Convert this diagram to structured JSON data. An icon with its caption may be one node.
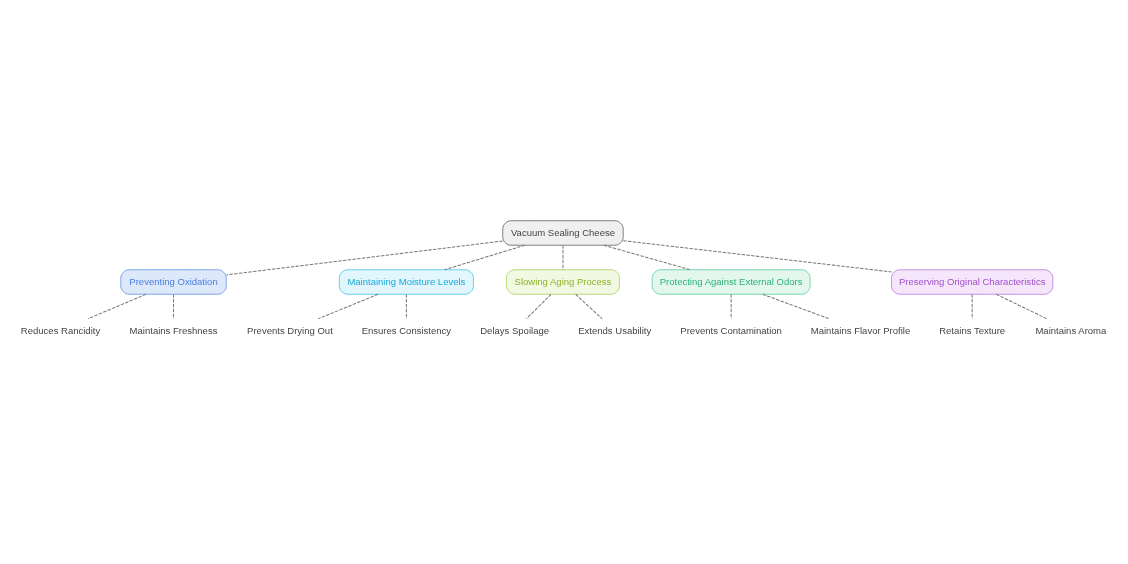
{
  "diagram": {
    "nodes": [
      {
        "text": [
          "Vacuum Sealing Cheese"
        ]
      },
      {
        "text": [
          "Preventing Oxidation"
        ]
      },
      {
        "text": [
          "Reduces Rancidity"
        ]
      },
      {
        "text": [
          "Maintains Freshness"
        ]
      },
      {
        "text": [
          "Maintaining Moisture Levels"
        ]
      },
      {
        "text": [
          "Prevents Drying Out"
        ]
      },
      {
        "text": [
          "Ensures Consistency"
        ]
      },
      {
        "text": [
          "Slowing Aging Process"
        ]
      },
      {
        "text": [
          "Delays Spoilage"
        ]
      },
      {
        "text": [
          "Extends Usability"
        ]
      },
      {
        "text": [
          "Protecting Against External Odors"
        ]
      },
      {
        "text": [
          "Prevents Contamination"
        ]
      },
      {
        "text": [
          "Maintains Flavor Profile"
        ]
      },
      {
        "text": [
          "Preserving Original Characteristics"
        ]
      },
      {
        "text": [
          "Retains Texture"
        ]
      },
      {
        "text": [
          "Maintains Aroma"
        ]
      }
    ],
    "edges": [
      {
        "from": 0,
        "to": 1,
        "arrow": "none",
        "style": "dashed"
      },
      {
        "from": 0,
        "to": 4,
        "arrow": "none",
        "style": "dashed"
      },
      {
        "from": 0,
        "to": 7,
        "arrow": "none",
        "style": "dashed"
      },
      {
        "from": 0,
        "to": 10,
        "arrow": "none",
        "style": "dashed"
      },
      {
        "from": 0,
        "to": 13,
        "arrow": "none",
        "style": "dashed"
      },
      {
        "from": 1,
        "to": 2,
        "arrow": "none",
        "style": "dashed"
      },
      {
        "from": 1,
        "to": 3,
        "arrow": "none",
        "style": "dashed"
      },
      {
        "from": 4,
        "to": 5,
        "arrow": "none",
        "style": "dashed"
      },
      {
        "from": 4,
        "to": 6,
        "arrow": "none",
        "style": "dashed"
      },
      {
        "from": 7,
        "to": 8,
        "arrow": "none",
        "style": "dashed"
      },
      {
        "from": 7,
        "to": 9,
        "arrow": "none",
        "style": "dashed"
      },
      {
        "from": 10,
        "to": 11,
        "arrow": "none",
        "style": "dashed"
      },
      {
        "from": 10,
        "to": 12,
        "arrow": "none",
        "style": "dashed"
      },
      {
        "from": 13,
        "to": 14,
        "arrow": "none",
        "style": "dashed"
      },
      {
        "from": 13,
        "to": 15,
        "arrow": "none",
        "style": "dashed"
      }
    ]
  }
}
